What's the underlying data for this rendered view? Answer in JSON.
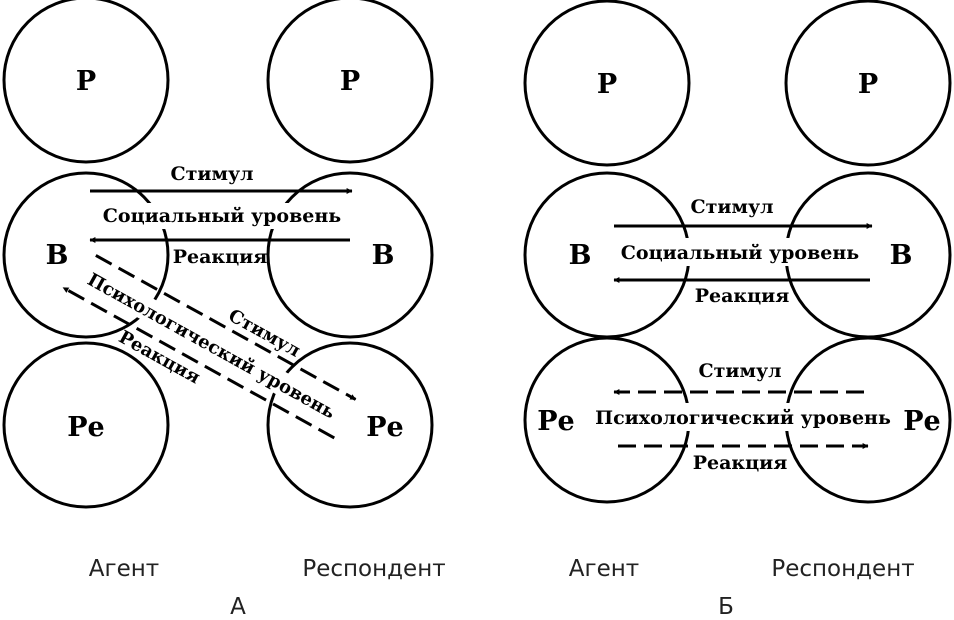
{
  "panel_a": {
    "ego_states": {
      "parent_left": "Р",
      "parent_right": "Р",
      "adult_left": "В",
      "adult_right": "В",
      "child_left": "Ре",
      "child_right": "Ре"
    },
    "social": {
      "stimulus": "Стимул",
      "level": "Социальный уровень",
      "reaction": "Реакция"
    },
    "psych": {
      "stimulus": "Стимул",
      "level": "Психологический уровень",
      "reaction": "Реакция"
    },
    "agent_label": "Агент",
    "respondent_label": "Респондент",
    "panel_label": "А"
  },
  "panel_b": {
    "ego_states": {
      "parent_left": "Р",
      "parent_right": "Р",
      "adult_left": "В",
      "adult_right": "В",
      "child_left": "Ре",
      "child_right": "Ре"
    },
    "social": {
      "stimulus": "Стимул",
      "level": "Социальный уровень",
      "reaction": "Реакция"
    },
    "psych": {
      "stimulus": "Стимул",
      "level": "Психологический уровень",
      "reaction": "Реакция"
    },
    "agent_label": "Агент",
    "respondent_label": "Респондент",
    "panel_label": "Б"
  }
}
